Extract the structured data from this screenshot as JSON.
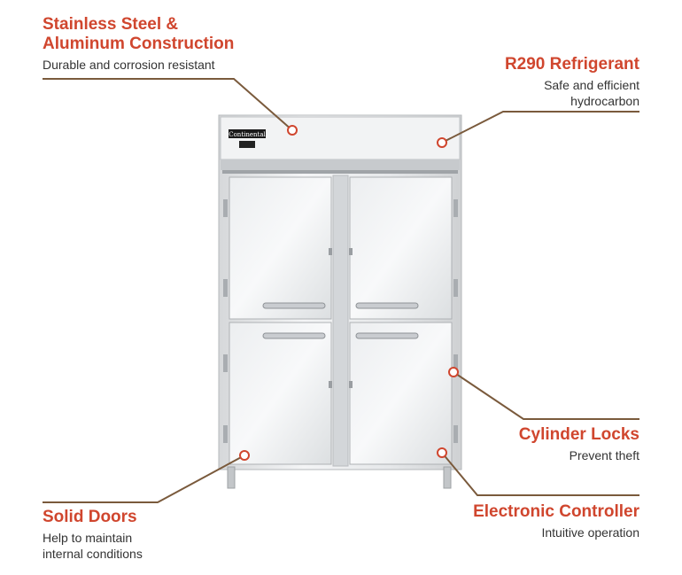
{
  "colors": {
    "accent": "#d0462e",
    "leader_stroke": "#7a5a3c",
    "text_dark": "#333333"
  },
  "product": {
    "brand_plate": "Continental"
  },
  "callouts": {
    "stainless": {
      "title_line1": "Stainless Steel &",
      "title_line2": "Aluminum Construction",
      "desc": "Durable and corrosion resistant"
    },
    "refrigerant": {
      "title": "R290 Refrigerant",
      "desc_line1": "Safe and efficient",
      "desc_line2": "hydrocarbon"
    },
    "locks": {
      "title": "Cylinder Locks",
      "desc": "Prevent theft"
    },
    "doors": {
      "title": "Solid Doors",
      "desc_line1": "Help to maintain",
      "desc_line2": "internal conditions"
    },
    "controller": {
      "title": "Electronic Controller",
      "desc": "Intuitive operation"
    }
  }
}
